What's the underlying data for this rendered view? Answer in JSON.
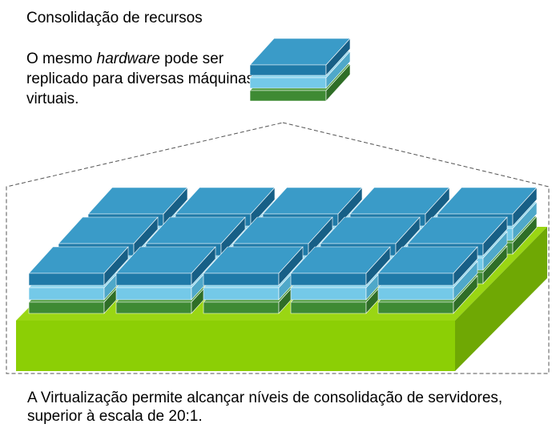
{
  "title": "Consolidação de recursos",
  "description": {
    "before": "O mesmo ",
    "emphasis": "hardware",
    "after": " pode ser replicado para diversas máquinas virtuais."
  },
  "footer": "A Virtualização permite alcançar níveis de consolidação de servidores, superior à escala de 20:1.",
  "colors": {
    "blue_top": "#3a9bc8",
    "blue_front": "#1f7aa8",
    "blue_side": "#175f86",
    "light_top": "#86d3ec",
    "light_front": "#74c9e8",
    "light_side": "#4fa8c9",
    "green_top": "#4c9a3d",
    "green_front": "#3e8a33",
    "green_side": "#2f6e27",
    "platform_top": "#9ad613",
    "platform_front": "#8ccf05",
    "platform_side": "#6fa804"
  }
}
